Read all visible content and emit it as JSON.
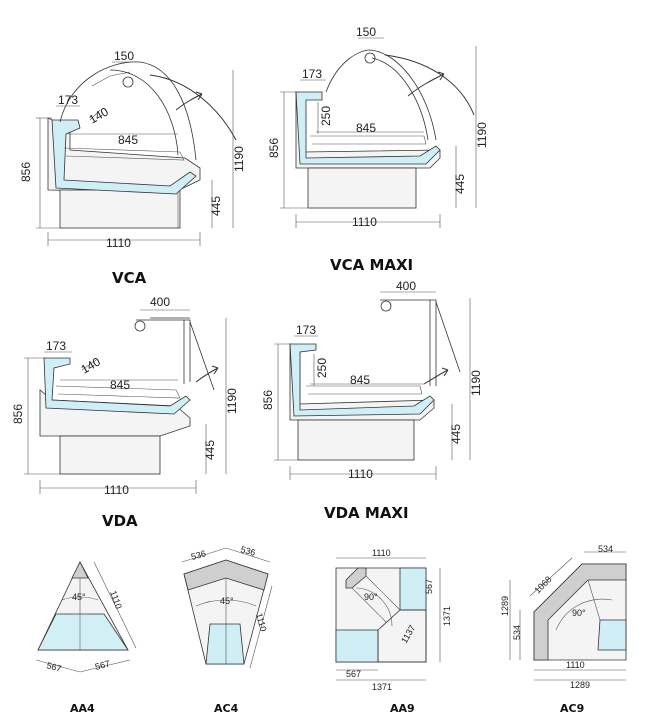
{
  "models": {
    "vca": {
      "name": "VCA",
      "w": "1110",
      "h": "856",
      "hmax": "1190",
      "base": "445",
      "depth": "845",
      "top": "150",
      "shelf": "173",
      "glass": "140"
    },
    "vcamaxi": {
      "name": "VCA MAXI",
      "w": "1110",
      "h": "856",
      "hmax": "1190",
      "base": "445",
      "depth": "845",
      "top": "150",
      "shelf": "173",
      "inner": "250"
    },
    "vda": {
      "name": "VDA",
      "w": "1110",
      "h": "856",
      "hmax": "1190",
      "base": "445",
      "depth": "845",
      "top": "400",
      "shelf": "173",
      "glass": "140"
    },
    "vdamaxi": {
      "name": "VDA MAXI",
      "w": "1110",
      "h": "856",
      "hmax": "1190",
      "base": "445",
      "depth": "845",
      "top": "400",
      "shelf": "173",
      "inner": "250"
    }
  },
  "corners": {
    "aa4": {
      "name": "AA4",
      "side": "1110",
      "angle": "45°",
      "b1": "567",
      "b2": "567"
    },
    "ac4": {
      "name": "AC4",
      "side": "1110",
      "angle": "45°",
      "t1": "536",
      "t2": "536"
    },
    "aa9": {
      "name": "AA9",
      "top": "1110",
      "right": "1371",
      "r2": "567",
      "angle": "90°",
      "diag": "1137",
      "b1": "567",
      "b2": "1371"
    },
    "ac9": {
      "name": "AC9",
      "top": "534",
      "diag": "1068",
      "left": "1289",
      "l2": "534",
      "angle": "90°",
      "b1": "1110",
      "b2": "1289"
    }
  }
}
